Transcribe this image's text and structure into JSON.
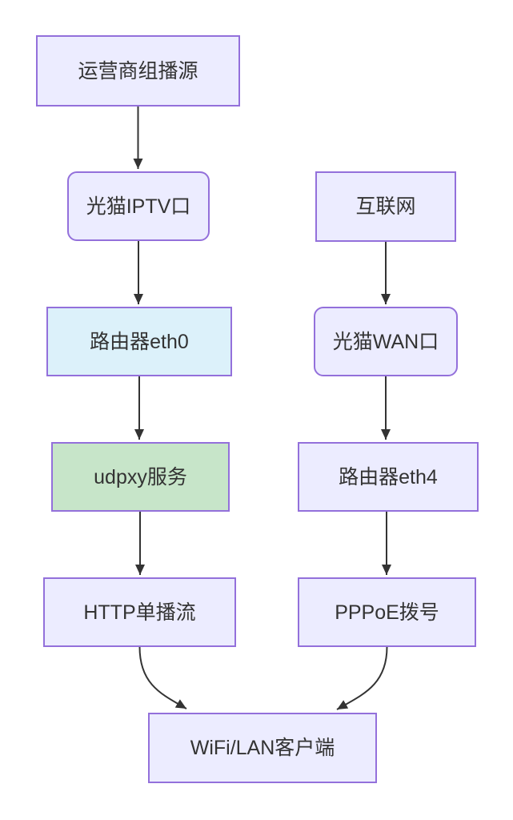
{
  "diagram": {
    "type": "flowchart",
    "direction": "top-down",
    "background": "#ffffff",
    "colors": {
      "default_fill": "#ECECFF",
      "default_border": "#9370DB",
      "blue_fill": "#DCF1FA",
      "green_fill": "#C7E5C9",
      "edge_color": "#333333",
      "text_color": "#333333"
    },
    "nodes": [
      {
        "id": "isp-multicast-source",
        "label": "运营商组播源",
        "shape": "rect",
        "fill": "#ECECFF",
        "border": "#9370DB"
      },
      {
        "id": "modem-iptv-port",
        "label": "光猫IPTV口",
        "shape": "rounded",
        "fill": "#ECECFF",
        "border": "#9370DB"
      },
      {
        "id": "router-eth0",
        "label": "路由器eth0",
        "shape": "rect",
        "fill": "#DCF1FA",
        "border": "#9370DB"
      },
      {
        "id": "udpxy-service",
        "label": "udpxy服务",
        "shape": "rect",
        "fill": "#C7E5C9",
        "border": "#9370DB"
      },
      {
        "id": "http-unicast-stream",
        "label": "HTTP单播流",
        "shape": "rect",
        "fill": "#ECECFF",
        "border": "#9370DB"
      },
      {
        "id": "internet",
        "label": "互联网",
        "shape": "rect",
        "fill": "#ECECFF",
        "border": "#9370DB"
      },
      {
        "id": "modem-wan-port",
        "label": "光猫WAN口",
        "shape": "rounded",
        "fill": "#ECECFF",
        "border": "#9370DB"
      },
      {
        "id": "router-eth4",
        "label": "路由器eth4",
        "shape": "rect",
        "fill": "#ECECFF",
        "border": "#9370DB"
      },
      {
        "id": "pppoe-dial",
        "label": "PPPoE拨号",
        "shape": "rect",
        "fill": "#ECECFF",
        "border": "#9370DB"
      },
      {
        "id": "wifi-lan-client",
        "label": "WiFi/LAN客户端",
        "shape": "rect",
        "fill": "#ECECFF",
        "border": "#9370DB"
      }
    ],
    "edges": [
      {
        "from": "isp-multicast-source",
        "to": "modem-iptv-port"
      },
      {
        "from": "modem-iptv-port",
        "to": "router-eth0"
      },
      {
        "from": "router-eth0",
        "to": "udpxy-service"
      },
      {
        "from": "udpxy-service",
        "to": "http-unicast-stream"
      },
      {
        "from": "internet",
        "to": "modem-wan-port"
      },
      {
        "from": "modem-wan-port",
        "to": "router-eth4"
      },
      {
        "from": "router-eth4",
        "to": "pppoe-dial"
      },
      {
        "from": "http-unicast-stream",
        "to": "wifi-lan-client"
      },
      {
        "from": "pppoe-dial",
        "to": "wifi-lan-client"
      }
    ]
  }
}
